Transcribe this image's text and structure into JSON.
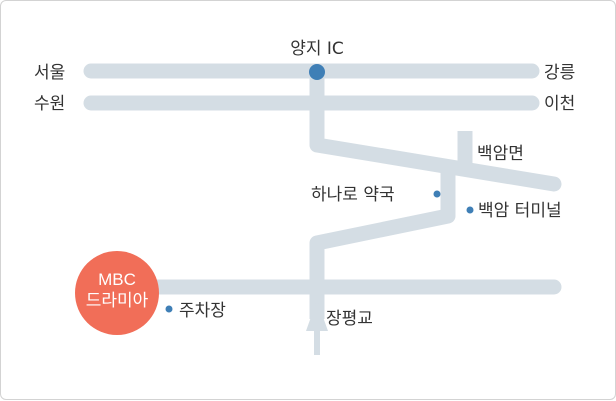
{
  "map": {
    "labels": {
      "ic": "양지 IC",
      "seoul": "서울",
      "gangneung": "강릉",
      "suwon": "수원",
      "icheon": "이천",
      "baegam_myeon": "백암면",
      "pharmacy": "하나로 약국",
      "bus_terminal": "백암 터미널",
      "parking": "주차장",
      "bridge": "장평교"
    },
    "destination": {
      "line1": "MBC",
      "line2": "드라미아"
    },
    "colors": {
      "road": "#d4dde4",
      "marker": "#3f7fb6",
      "destination": "#f16e58",
      "text": "#333333",
      "border": "#d3d3d3"
    },
    "icons": {
      "direction": "up-arrow-icon",
      "point": "dot-icon"
    }
  }
}
